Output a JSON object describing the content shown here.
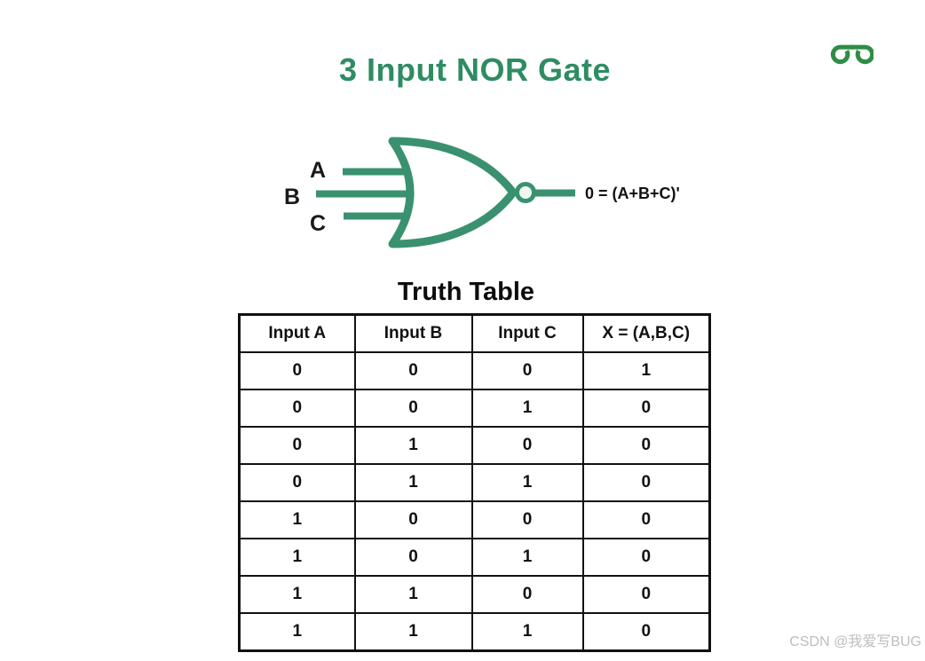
{
  "page": {
    "title": "3 Input NOR Gate",
    "watermark": "CSDN @我爱写BUG"
  },
  "colors": {
    "title_green": "#2E8C62",
    "gate_green": "#3A9170",
    "logo_green": "#2F8D46",
    "bubble_fill": "#EDF7F0",
    "text_dark": "#111111",
    "watermark_gray": "#BDBDBD"
  },
  "gate": {
    "type": "3-input-NOR-gate",
    "inputs": [
      "A",
      "B",
      "C"
    ],
    "output_label": "0 = (A+B+C)'"
  },
  "truth_table": {
    "heading": "Truth Table",
    "columns": [
      "Input A",
      "Input B",
      "Input C",
      "X = (A,B,C)"
    ],
    "rows": [
      [
        "0",
        "0",
        "0",
        "1"
      ],
      [
        "0",
        "0",
        "1",
        "0"
      ],
      [
        "0",
        "1",
        "0",
        "0"
      ],
      [
        "0",
        "1",
        "1",
        "0"
      ],
      [
        "1",
        "0",
        "0",
        "0"
      ],
      [
        "1",
        "0",
        "1",
        "0"
      ],
      [
        "1",
        "1",
        "0",
        "0"
      ],
      [
        "1",
        "1",
        "1",
        "0"
      ]
    ]
  },
  "logo": {
    "name": "GeeksforGeeks"
  }
}
